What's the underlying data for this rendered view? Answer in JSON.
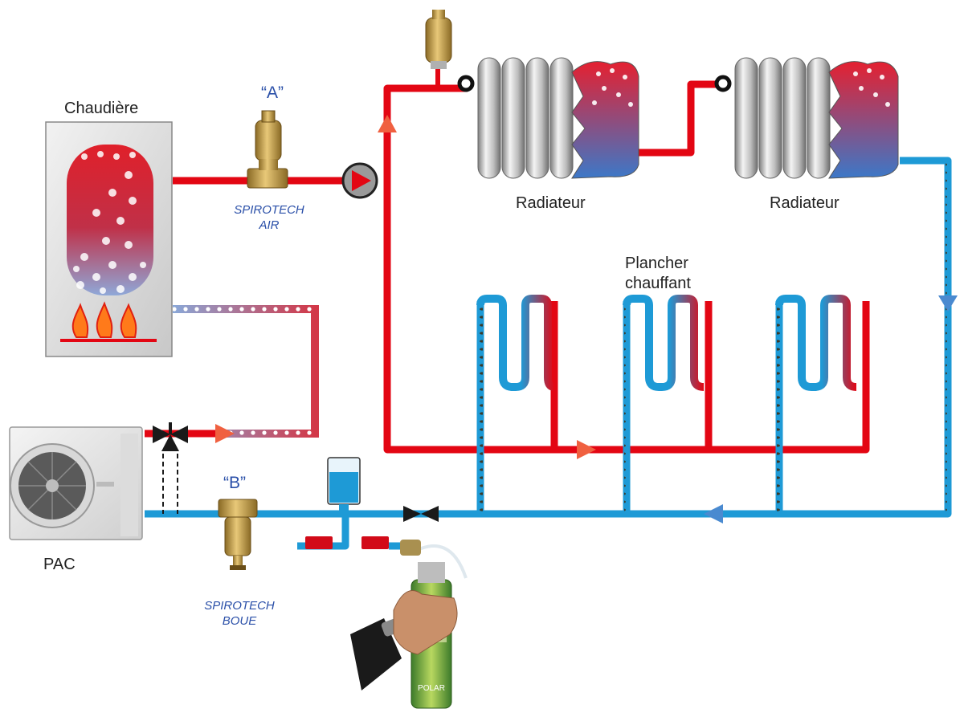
{
  "labels": {
    "boiler": "Chaudière",
    "radiator_1": "Radiateur",
    "radiator_2": "Radiateur",
    "floor_heating": "Plancher chauffant",
    "floor_heating_line1": "Plancher",
    "floor_heating_line2": "chauffant",
    "heat_pump": "PAC",
    "separator_a_tag": "“A”",
    "separator_b_tag": "“B”",
    "spirotech_air_line1": "SPIROTECH",
    "spirotech_air_line2": "AIR",
    "spirotech_boue_line1": "SPIROTECH",
    "spirotech_boue_line2": "BOUE",
    "can_brand": "POLAR"
  },
  "colors": {
    "hot_pipe": "#e30613",
    "cold_pipe": "#1e9ad6",
    "label_blue": "#2a4fa8",
    "brass": "#c9a24a",
    "valve": "#1a1a1a",
    "tank_water": "#1e9ad6"
  },
  "icons": [
    "flame-icon",
    "pump-icon",
    "valve-icon",
    "radiator-icon",
    "heat-pump-icon",
    "spray-can-icon",
    "hand-icon"
  ]
}
